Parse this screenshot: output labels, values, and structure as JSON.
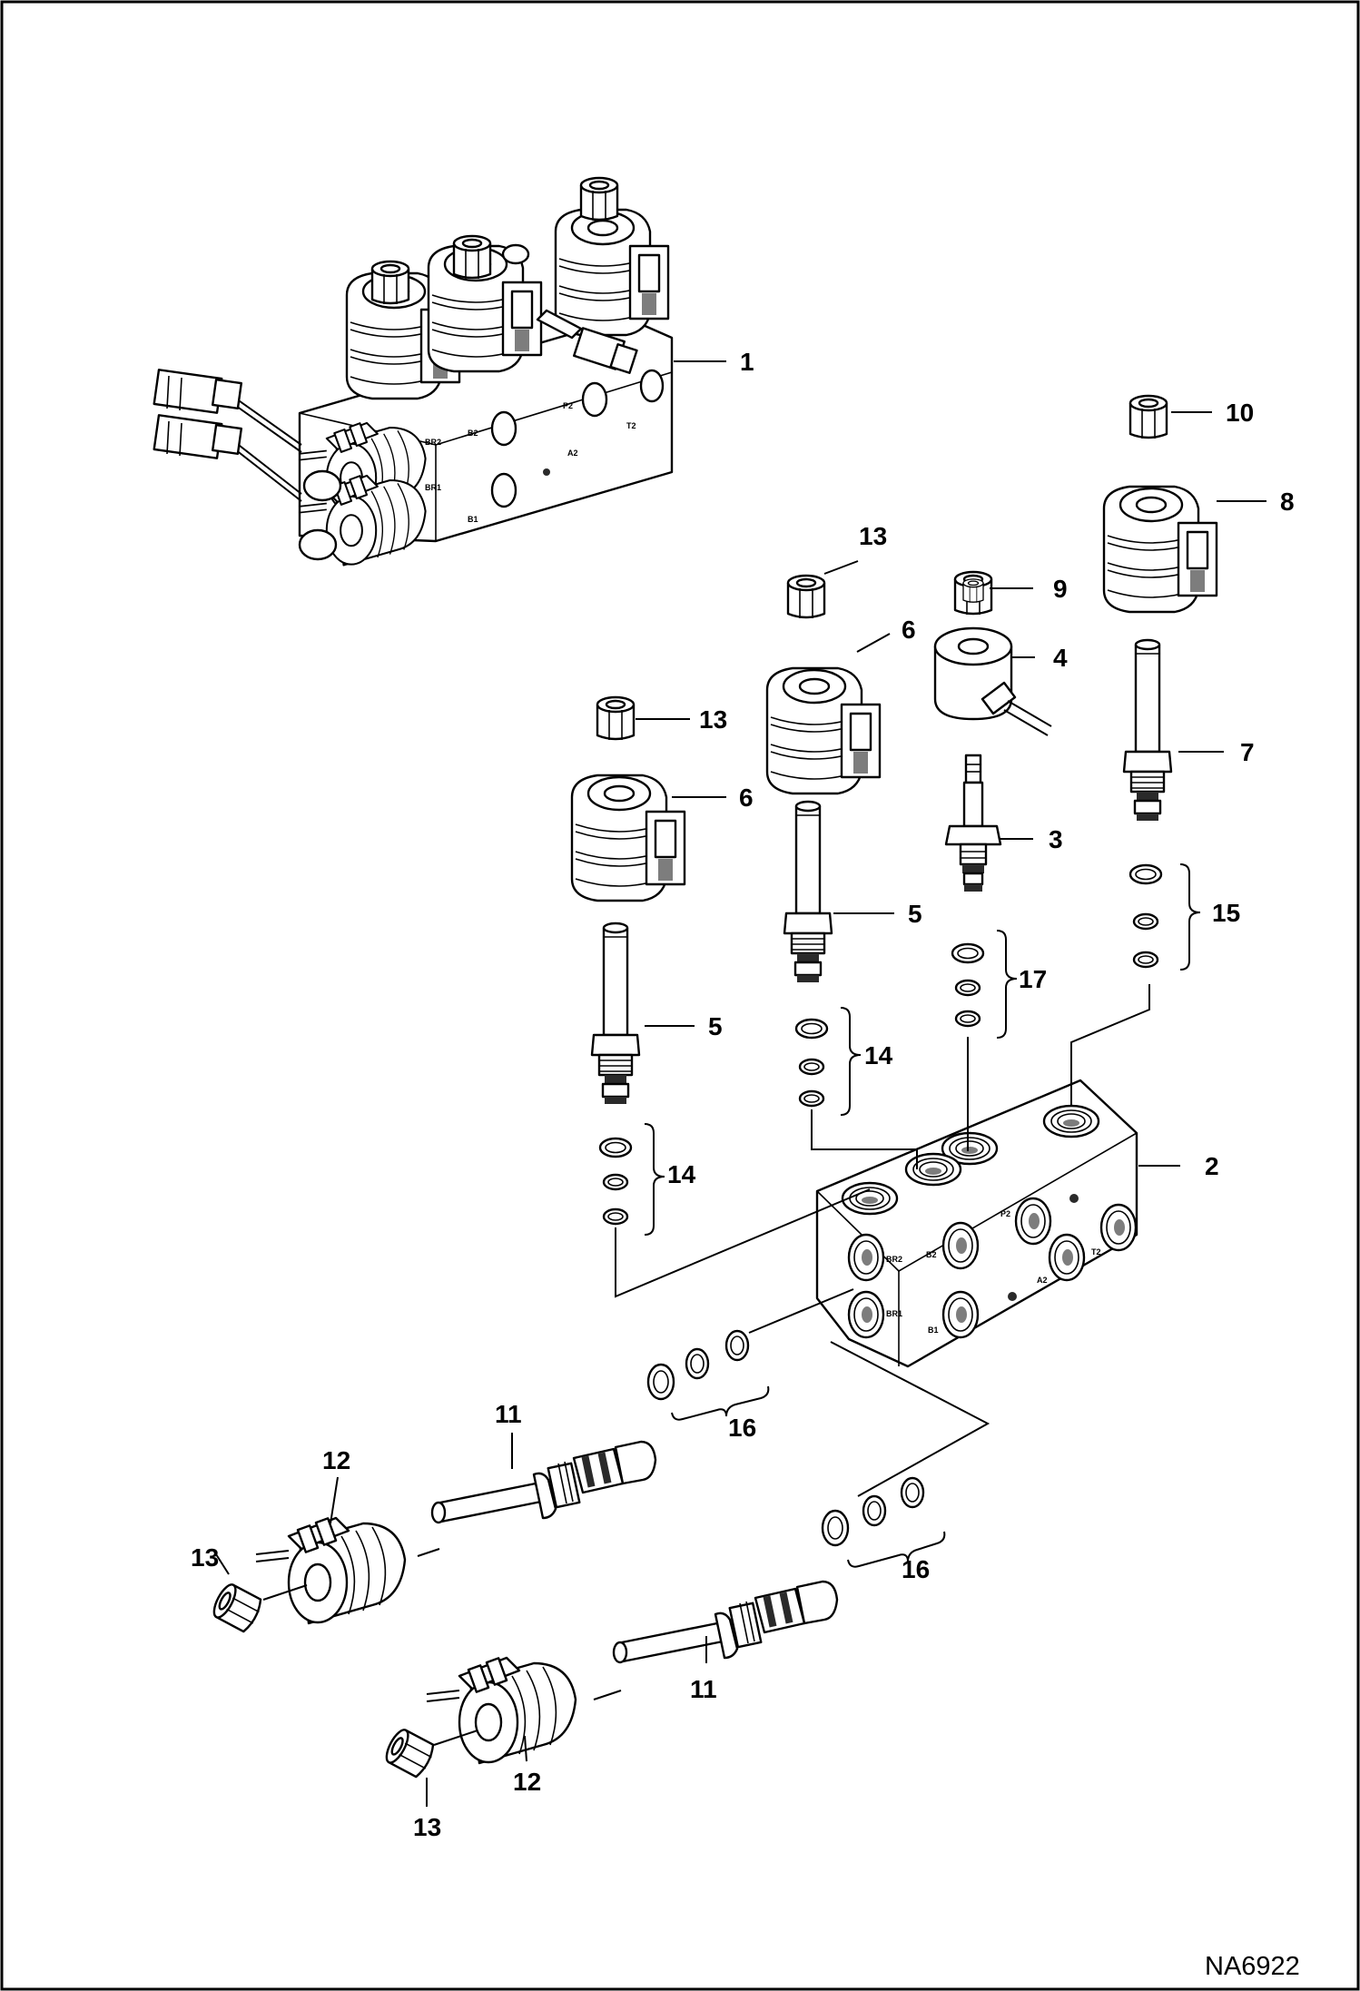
{
  "drawing_code": "NA6922",
  "port_labels": {
    "b2": "B2",
    "p2": "P2",
    "a2": "A2",
    "t2": "T2",
    "b1": "B1",
    "br1": "BR1",
    "br2": "BR2"
  },
  "callouts": {
    "c1": "1",
    "c2": "2",
    "c3": "3",
    "c4": "4",
    "c5a": "5",
    "c5b": "5",
    "c6a": "6",
    "c6b": "6",
    "c7": "7",
    "c8": "8",
    "c9": "9",
    "c10": "10",
    "c11a": "11",
    "c11b": "11",
    "c12a": "12",
    "c12b": "12",
    "c13a": "13",
    "c13b": "13",
    "c13c": "13",
    "c13d": "13",
    "c14a": "14",
    "c14b": "14",
    "c15": "15",
    "c16a": "16",
    "c16b": "16",
    "c17": "17"
  },
  "icons": {
    "assembly": "valve-assembly-icon",
    "manifold": "manifold-block-icon",
    "coil": "solenoid-coil-icon",
    "cartridge": "cartridge-valve-icon",
    "nut": "hex-nut-icon",
    "oring": "o-ring-icon"
  }
}
